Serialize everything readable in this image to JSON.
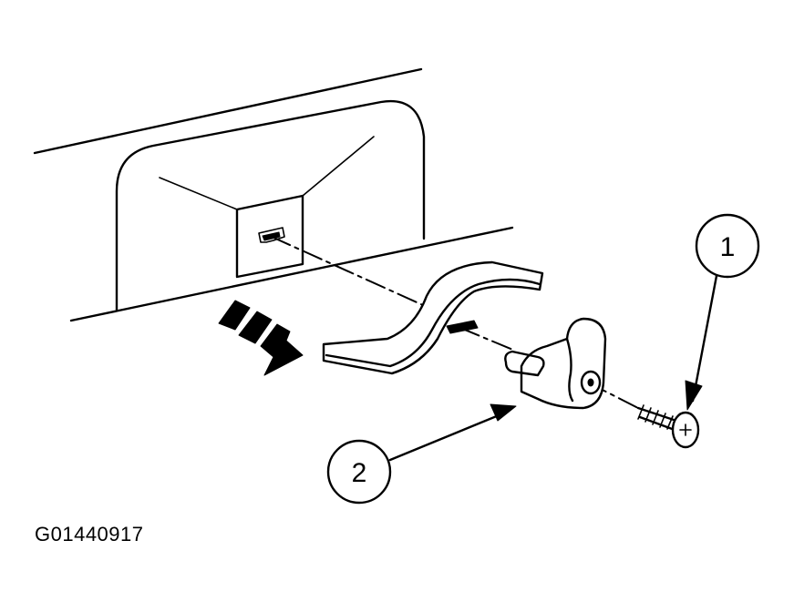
{
  "figure": {
    "id_label": "G01440917",
    "callouts": [
      {
        "number": "1",
        "part": "screw"
      },
      {
        "number": "2",
        "part": "hook-bracket"
      }
    ],
    "icons": [
      "direction-arrow-icon",
      "screw-icon",
      "hook-bracket-icon"
    ],
    "colors": {
      "ink": "#000000",
      "paper": "#ffffff"
    }
  }
}
